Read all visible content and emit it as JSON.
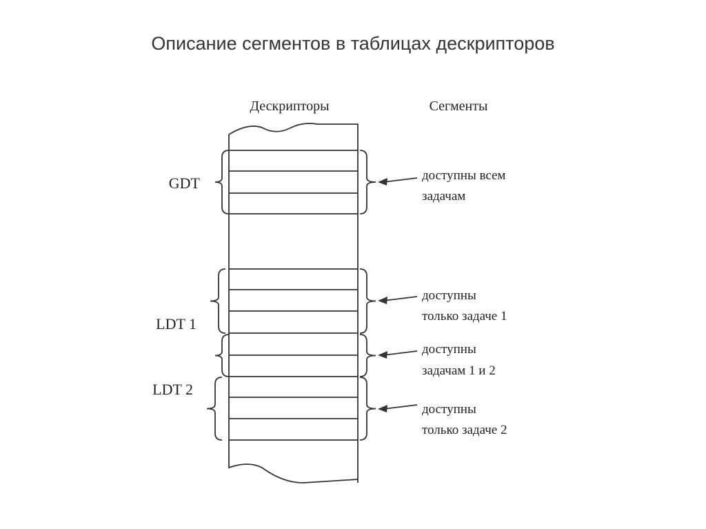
{
  "title": "Описание сегментов в таблицах дескрипторов",
  "diagram": {
    "headers": {
      "descriptors": "Дескрипторы",
      "segments": "Сегменты"
    },
    "tables": [
      {
        "label": "GDT",
        "note_line1": "доступны всем",
        "note_line2": "задачам"
      },
      {
        "label": "LDT 1",
        "note_line1": "доступны",
        "note_line2": "только задаче 1"
      },
      {
        "label": "LDT 2",
        "note_line1": "доступны",
        "note_line2": "только задаче 2"
      }
    ],
    "shared": {
      "note_line1": "доступны",
      "note_line2": "задачам 1 и 2"
    }
  }
}
